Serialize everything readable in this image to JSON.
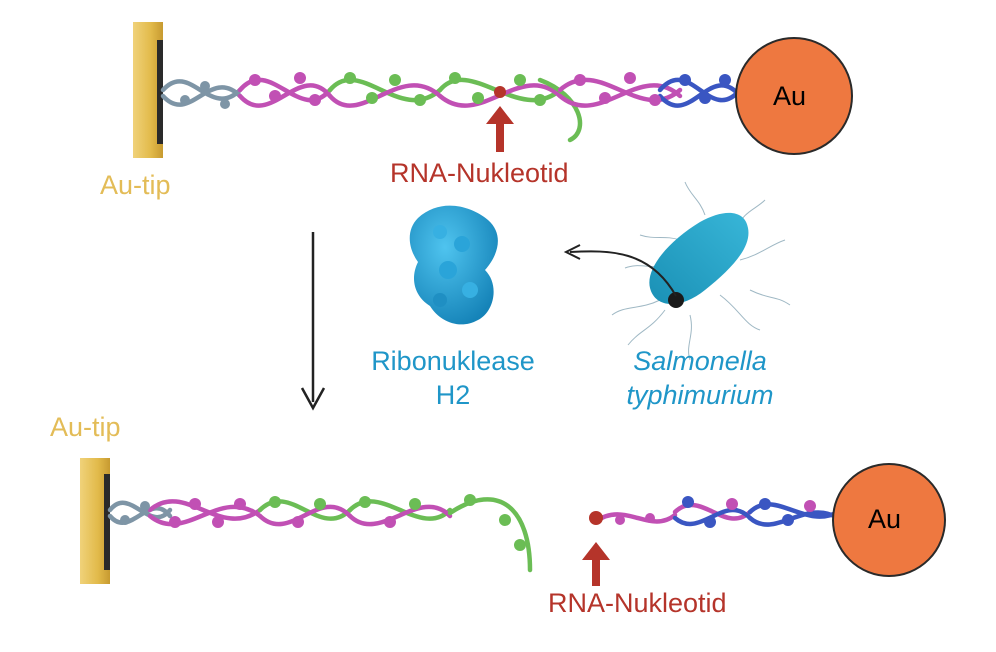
{
  "colors": {
    "gold_tip": "#e2ba4a",
    "gold_text": "#e3bc57",
    "rna_red": "#b5342a",
    "enzyme_blue": "#1f96c8",
    "au_orange": "#ee7840",
    "strand_grey": "#7e95a6",
    "strand_magenta": "#c150b4",
    "strand_green": "#6bbd55",
    "strand_blue": "#3a56c2"
  },
  "top": {
    "tip_label": "Au-tip",
    "rna_label": "RNA-Nukleotid",
    "particle_label": "Au"
  },
  "middle": {
    "enzyme_line1": "Ribonuklease",
    "enzyme_line2": "H2",
    "bacterium_line1": "Salmonella",
    "bacterium_line2": "typhimurium"
  },
  "bottom": {
    "tip_label": "Au-tip",
    "rna_label": "RNA-Nukleotid",
    "particle_label": "Au"
  }
}
